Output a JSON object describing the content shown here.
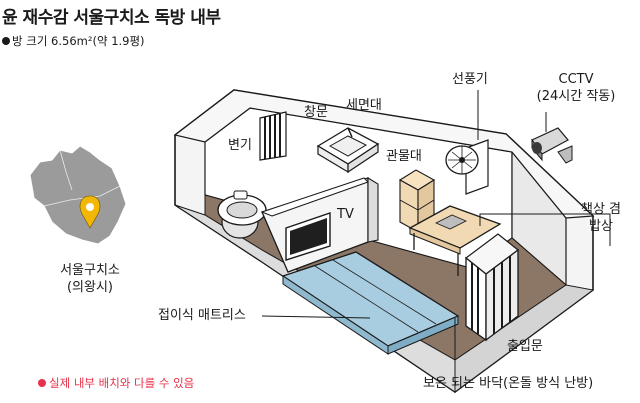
{
  "title": "윤 재수감 서울구치소 독방 내부",
  "subtitle": "방 크기 6.56m²(약 1.9평)",
  "note": "실제 내부 배치와 다를 수 있음",
  "map": {
    "label_line1": "서울구치소",
    "label_line2": "(의왕시)",
    "region_color": "#9b9b9b",
    "marker_color": "#f2b705"
  },
  "labels": {
    "toilet": "변기",
    "window": "창문",
    "sink": "세면대",
    "tv": "TV",
    "cabinet": "관물대",
    "fan": "선풍기",
    "cctv_line1": "CCTV",
    "cctv_line2": "(24시간 작동)",
    "desk_line1": "책상 겸",
    "desk_line2": "밥상",
    "mattress": "접이식 매트리스",
    "door": "출입문",
    "floor": "보온 되는 바닥(온돌 방식 난방)"
  },
  "colors": {
    "floor": "#8c7767",
    "mattress": "#a8cde0",
    "desk": "#f1d9b3",
    "note": "#e8314a"
  }
}
